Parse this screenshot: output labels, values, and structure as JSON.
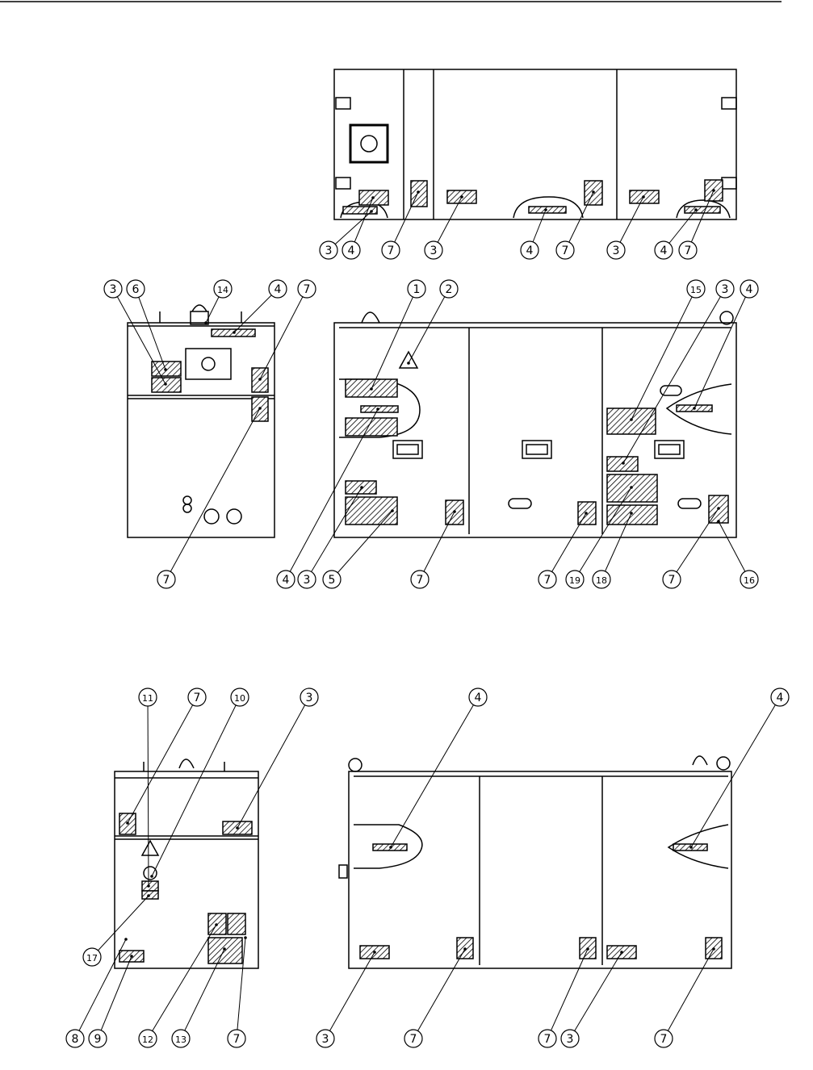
{
  "view_top": {
    "callouts": [
      "3",
      "4",
      "7",
      "3",
      "4",
      "7",
      "3",
      "4",
      "7"
    ]
  },
  "view_left_side": {
    "callouts_top": [
      "3",
      "6",
      "14",
      "4",
      "7"
    ],
    "callouts_bottom": [
      "7"
    ]
  },
  "view_front": {
    "callouts_top": [
      "1",
      "2",
      "15",
      "3",
      "4"
    ],
    "callouts_bottom": [
      "4",
      "3",
      "5",
      "7",
      "7",
      "19",
      "18",
      "7",
      "16"
    ]
  },
  "view_right_side": {
    "callouts_top": [
      "11",
      "7",
      "10",
      "3"
    ],
    "callouts_left": [
      "17"
    ],
    "callouts_bottom": [
      "8",
      "9",
      "12",
      "13",
      "7"
    ]
  },
  "view_rear": {
    "callouts_top": [
      "4",
      "4"
    ],
    "callouts_bottom": [
      "3",
      "7",
      "7",
      "3",
      "7"
    ]
  },
  "colors": {
    "line": "#000000",
    "background": "#ffffff"
  },
  "icon_names": [
    "warning-triangle-icon",
    "lightning-icon",
    "beacon-lamp-icon",
    "key-switch-icon"
  ]
}
